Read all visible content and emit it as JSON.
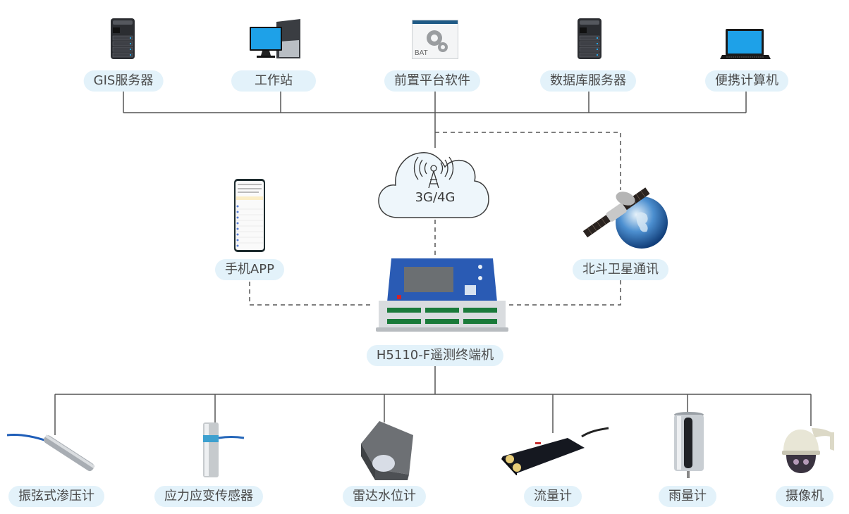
{
  "diagram": {
    "title": "",
    "top_nodes": [
      {
        "id": "gis",
        "label": "GIS服务器",
        "icon": "server-icon"
      },
      {
        "id": "workstation",
        "label": "工作站",
        "icon": "desktop-computer-icon"
      },
      {
        "id": "frontend",
        "label": "前置平台软件",
        "icon": "bat-software-icon",
        "icon_text": "BAT"
      },
      {
        "id": "db",
        "label": "数据库服务器",
        "icon": "server-icon"
      },
      {
        "id": "laptop",
        "label": "便携计算机",
        "icon": "laptop-icon"
      }
    ],
    "network": {
      "label": "3G/4G",
      "icon": "cloud-tower-icon"
    },
    "mobile": {
      "label": "手机APP",
      "icon": "smartphone-icon"
    },
    "satellite": {
      "label": "北斗卫星通讯",
      "icon": "satellite-globe-icon"
    },
    "terminal": {
      "label": "H5110-F遥测终端机",
      "icon": "rtu-device-icon"
    },
    "sensors": [
      {
        "id": "piezometer",
        "label": "振弦式渗压计",
        "icon": "piezometer-icon"
      },
      {
        "id": "strain",
        "label": "应力应变传感器",
        "icon": "strain-sensor-icon"
      },
      {
        "id": "radar",
        "label": "雷达水位计",
        "icon": "radar-level-icon"
      },
      {
        "id": "flow",
        "label": "流量计",
        "icon": "flow-meter-icon"
      },
      {
        "id": "rain",
        "label": "雨量计",
        "icon": "rain-gauge-icon"
      },
      {
        "id": "camera",
        "label": "摄像机",
        "icon": "ptz-camera-icon"
      }
    ],
    "edges": [
      {
        "from": "gis",
        "to": "bus-top",
        "style": "solid"
      },
      {
        "from": "workstation",
        "to": "bus-top",
        "style": "solid"
      },
      {
        "from": "frontend",
        "to": "bus-top",
        "style": "solid"
      },
      {
        "from": "db",
        "to": "bus-top",
        "style": "solid"
      },
      {
        "from": "laptop",
        "to": "bus-top",
        "style": "solid"
      },
      {
        "from": "bus-top",
        "to": "network",
        "style": "solid"
      },
      {
        "from": "bus-top",
        "to": "satellite",
        "style": "dashed"
      },
      {
        "from": "network",
        "to": "terminal",
        "style": "dashed"
      },
      {
        "from": "mobile",
        "to": "terminal",
        "style": "dashed"
      },
      {
        "from": "satellite",
        "to": "terminal",
        "style": "dashed"
      },
      {
        "from": "terminal",
        "to": "bus-bottom",
        "style": "solid"
      },
      {
        "from": "bus-bottom",
        "to": "piezometer",
        "style": "solid"
      },
      {
        "from": "bus-bottom",
        "to": "strain",
        "style": "solid"
      },
      {
        "from": "bus-bottom",
        "to": "radar",
        "style": "solid"
      },
      {
        "from": "bus-bottom",
        "to": "flow",
        "style": "solid"
      },
      {
        "from": "bus-bottom",
        "to": "rain",
        "style": "solid"
      },
      {
        "from": "bus-bottom",
        "to": "camera",
        "style": "solid"
      }
    ]
  },
  "colors": {
    "pill_bg": "#e3f2fa",
    "line": "#555555",
    "text": "#4a4a4a",
    "accent": "#1f5fbf"
  }
}
